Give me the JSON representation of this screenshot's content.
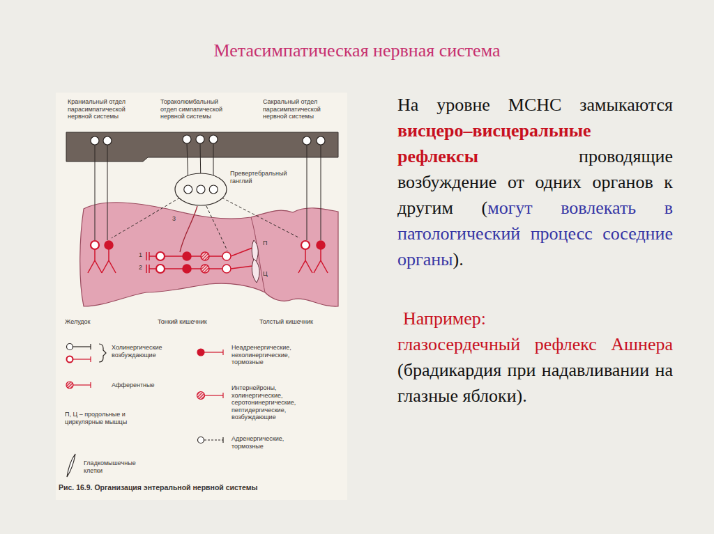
{
  "diagram": {
    "title": "Метасимпатическая нервная система",
    "caption": "Рис. 16.9. Организация энтеральной нервной системы",
    "nodes": [
      {
        "text": [
          "Превертебральный ганглий"
        ]
      }
    ],
    "labels": [
      "Краниальный отдел парасимпатической нервной системы",
      "Тораколюмбальный отдел симпатической нервной системы",
      "Сакральный отдел парасимпатической нервной системы",
      "3",
      "1",
      "2",
      "П",
      "Ц",
      "Желудок",
      "Тонкий кишечник",
      "Толстый кишечник",
      "На уровне МСНС замыкаются",
      "висцеро–висцеральные рефлексы",
      "проводящие возбуждение от одних органов к другим (",
      "могут вовлекать в патологический процесс соседние органы",
      ").",
      "Например:",
      "глазосердечный рефлекс Ашнера",
      "(брадикардия при надавливании на глазные яблоки)."
    ],
    "legend": [
      {
        "text": "Холинергические возбуждающие"
      },
      {
        "text": "Афферентные"
      },
      {
        "text": "П, Ц – продольные и циркулярные мышцы"
      },
      {
        "text": "Гладкомышечные клетки"
      },
      {
        "text": "Неадренергические, нехолинергические, тормозные"
      },
      {
        "text": "Интернейроны, холинергические, серотонинергические, пептидергические, возбуждающие"
      },
      {
        "text": "Адренергические, тормозные"
      }
    ]
  }
}
